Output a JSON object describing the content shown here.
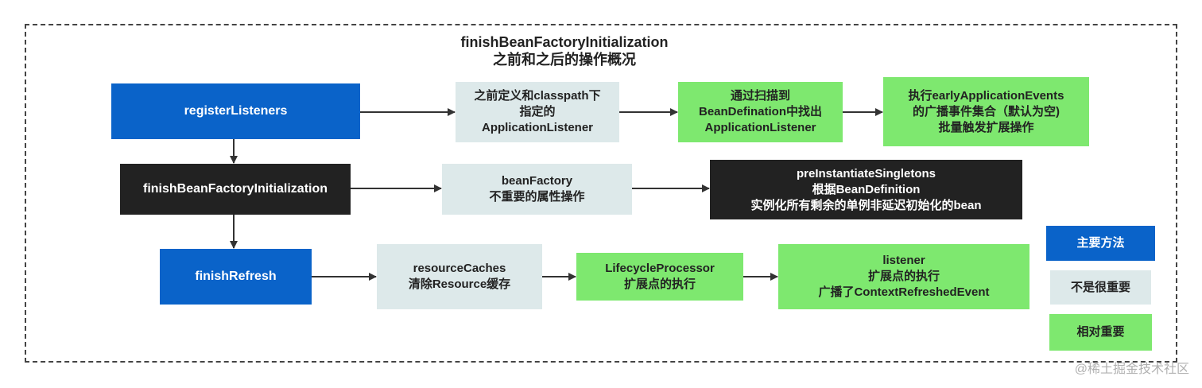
{
  "title": {
    "line1": "finishBeanFactoryInitialization",
    "line2": "之前和之后的操作概况"
  },
  "row1": {
    "main": "registerListeners",
    "step1": [
      "之前定义和classpath下",
      "指定的",
      "ApplicationListener"
    ],
    "step2": [
      "通过扫描到",
      "BeanDefination中找出",
      "ApplicationListener"
    ],
    "step3": [
      "执行earlyApplicationEvents",
      "的广播事件集合（默认为空)",
      "批量触发扩展操作"
    ]
  },
  "row2": {
    "main": "finishBeanFactoryInitialization",
    "step1": [
      "beanFactory",
      "不重要的属性操作"
    ],
    "step2": [
      "preInstantiateSingletons",
      "根据BeanDefinition",
      "实例化所有剩余的单例非延迟初始化的bean"
    ]
  },
  "row3": {
    "main": "finishRefresh",
    "step1": [
      "resourceCaches",
      "清除Resource缓存"
    ],
    "step2": [
      "LifecycleProcessor",
      "扩展点的执行"
    ],
    "step3": [
      "listener",
      "扩展点的执行",
      "广播了ContextRefreshedEvent"
    ]
  },
  "legend": {
    "main": "主要方法",
    "minor": "不是很重要",
    "relative": "相对重要"
  },
  "watermark": "@稀土掘金技术社区",
  "colors": {
    "main": "#0a63c9",
    "dark": "#222222",
    "minor": "#dde9ea",
    "relative": "#7ee86f"
  }
}
